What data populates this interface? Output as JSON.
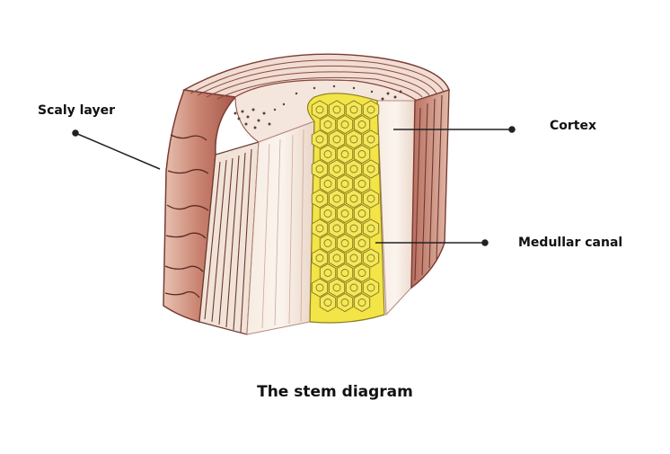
{
  "labels": {
    "scaly_layer": "Scaly layer",
    "cortex": "Cortex",
    "medullar_canal": "Medullar canal"
  },
  "caption": "The stem diagram",
  "colors": {
    "bark": "#c98f7c",
    "bark_dark": "#a4574c",
    "cortex": "#efe0d2",
    "pith": "#f3e447",
    "pith_cell_outline": "#8a7d22",
    "leader": "#222222"
  }
}
